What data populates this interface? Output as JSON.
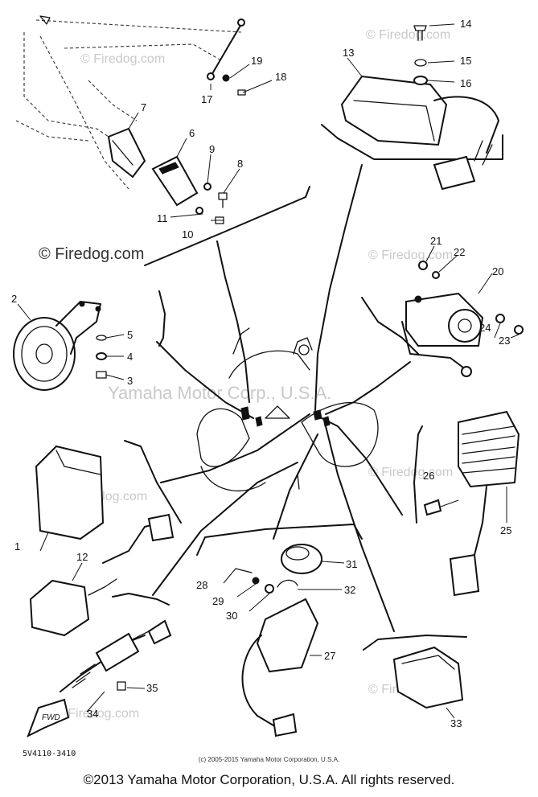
{
  "watermarks": {
    "brand": "© Firedog.com",
    "brand_short": "© Firedog.com",
    "center": "Yamaha Motor Corp., U.S.A."
  },
  "callouts": {
    "c1": "1",
    "c2": "2",
    "c3": "3",
    "c4": "4",
    "c5": "5",
    "c6": "6",
    "c7": "7",
    "c8": "8",
    "c9": "9",
    "c10": "10",
    "c11": "11",
    "c12": "12",
    "c13": "13",
    "c14": "14",
    "c15": "15",
    "c16": "16",
    "c17": "17",
    "c18": "18",
    "c19": "19",
    "c20": "20",
    "c21": "21",
    "c22": "22",
    "c23": "23",
    "c24": "24",
    "c25": "25",
    "c26": "26",
    "c27": "27",
    "c28": "28",
    "c29": "29",
    "c30": "30",
    "c31": "31",
    "c32": "32",
    "c33": "33",
    "c34": "34",
    "c35": "35"
  },
  "fwd_label": "FWD",
  "part_code": "5V4110-3410",
  "small_copyright": "(c) 2005-2015 Yamaha Motor Corporation, U.S.A.",
  "footer": "©2013 Yamaha Motor Corporation, U.S.A. All rights reserved."
}
